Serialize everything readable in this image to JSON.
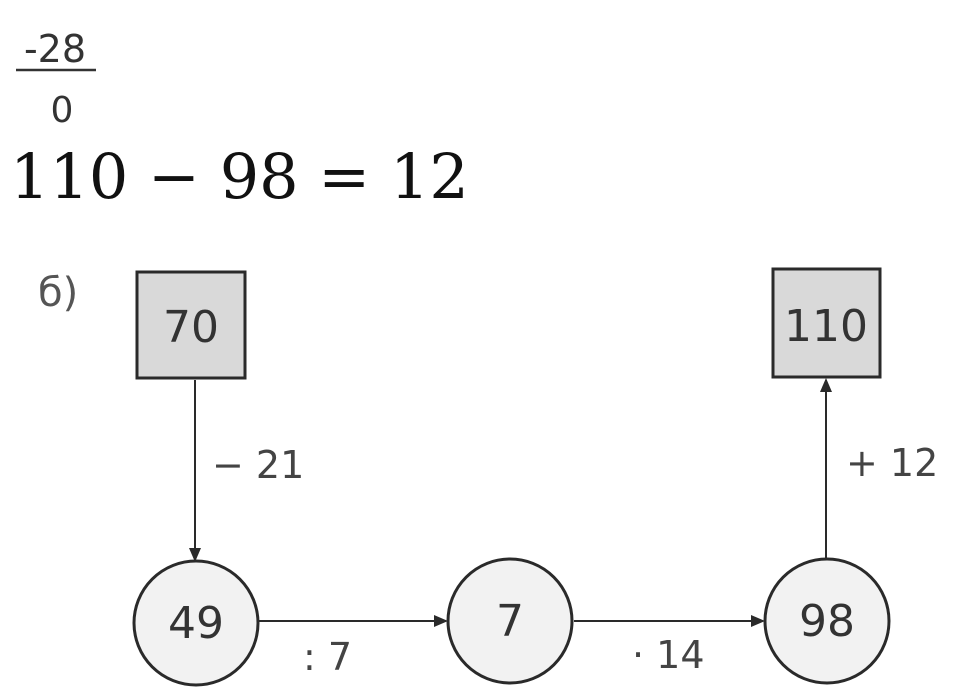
{
  "calc": {
    "subtrahend": "-28",
    "remainder": "0",
    "equation": "110 − 98 = 12"
  },
  "diagram": {
    "part_label": "б)",
    "start_value": "70",
    "end_value": "110",
    "node_1": "49",
    "node_2": "7",
    "node_3": "98",
    "op_1": "− 21",
    "op_2": ": 7",
    "op_3": "· 14",
    "op_4": "+ 12"
  }
}
